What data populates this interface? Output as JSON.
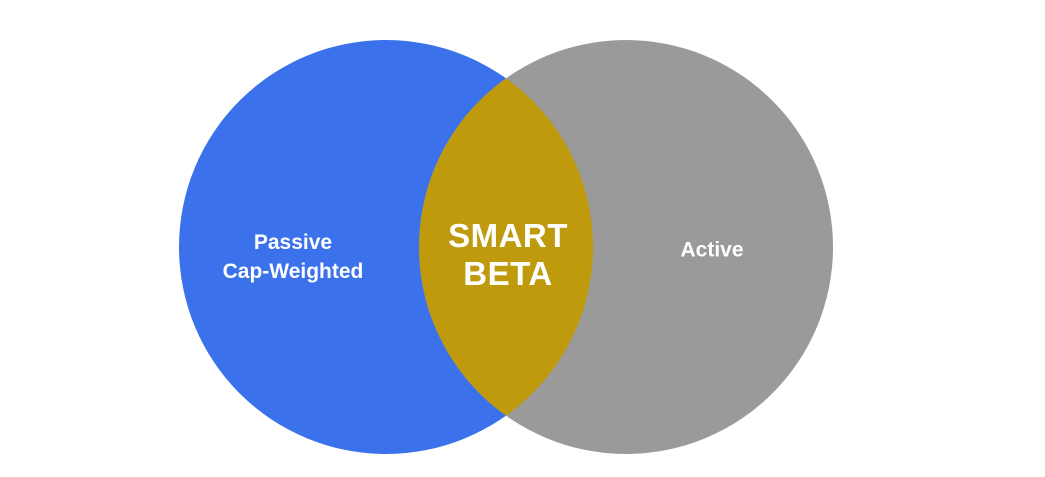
{
  "diagram": {
    "left_set": {
      "line1": "Passive",
      "line2": "Cap-Weighted",
      "color": "#3b72ec"
    },
    "right_set": {
      "label": "Active",
      "color": "#9a9a9a"
    },
    "intersection": {
      "line1": "SMART",
      "line2": "BETA",
      "color": "#c09a0d"
    }
  }
}
